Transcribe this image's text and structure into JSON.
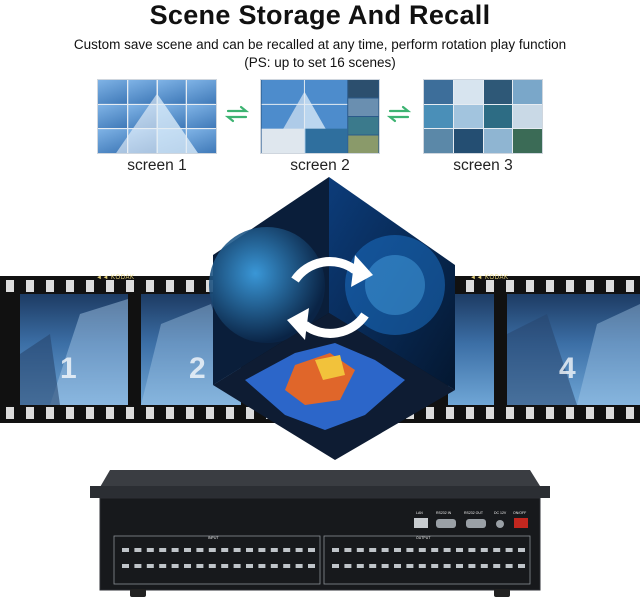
{
  "header": {
    "title": "Scene Storage And Recall",
    "subtitle_line1": "Custom save scene and can be recalled at any time, perform rotation play function",
    "subtitle_line2": "(PS: up to set 16 scenes)"
  },
  "screens": [
    {
      "label": "screen 1"
    },
    {
      "label": "screen 2"
    },
    {
      "label": "screen 3"
    }
  ],
  "filmstrip": {
    "frame_numbers": [
      "1",
      "2",
      "4"
    ],
    "brand_mark": "◄◄ KODAK"
  },
  "device": {
    "ports": {
      "lan": "LAN",
      "rs232_in": "RS232 IN",
      "rs232_out": "RS232 OUT",
      "dc": "DC 12V",
      "power": "ON/OFF",
      "input_group": "INPUT",
      "output_group": "OUTPUT"
    }
  },
  "colors": {
    "swap_arrow": "#3cb371",
    "cube_arrow": "#ffffff",
    "accent_blue": "#1f5fa8"
  },
  "icons": {
    "swap": "double-arrow-icon",
    "rotate": "rotate-arrows-icon"
  }
}
